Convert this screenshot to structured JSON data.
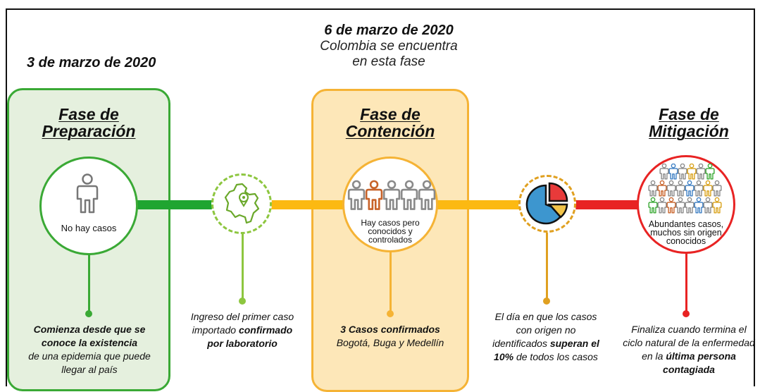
{
  "header": {
    "date_left": "3 de marzo de 2020",
    "date_center": "6 de marzo de 2020",
    "center_sub_1": "Colombia se encuentra",
    "center_sub_2": "en esta fase"
  },
  "phases": {
    "preparacion": {
      "title_1": "Fase de",
      "title_2": "Preparación",
      "circle_text": "No hay casos"
    },
    "contencion": {
      "title_1": "Fase de",
      "title_2": "Contención",
      "circle_text_1": "Hay casos pero",
      "circle_text_2": "conocidos y",
      "circle_text_3": "controlados"
    },
    "mitigacion": {
      "title_1": "Fase de",
      "title_2": "Mitigación",
      "circle_text_1": "Abundantes casos,",
      "circle_text_2": "muchos sin origen",
      "circle_text_3": "conocidos"
    }
  },
  "captions": {
    "c1": {
      "line1": "Comienza desde que se",
      "line2": "conoce la existencia",
      "line3": "de una epidemia que puede",
      "line4": "llegar al país"
    },
    "c2": {
      "line1": "Ingreso del primer caso",
      "line2a": "importado ",
      "line2b": "confirmado",
      "line3": "por laboratorio"
    },
    "c3": {
      "line1": "3 Casos confirmados",
      "line2": "Bogotá, Buga y Medellín"
    },
    "c4": {
      "line1": "El día en que los casos",
      "line2": "con origen no",
      "line3a": "identificados ",
      "line3b": "superan el",
      "line4a": "10%",
      "line4b": " de todos los casos"
    },
    "c5": {
      "line1": "Finaliza cuando termina el",
      "line2": "ciclo natural de la enfermedad",
      "line3a": "en la ",
      "line3b": "última persona",
      "line4": "contagiada"
    }
  },
  "colors": {
    "green": "#3aa935",
    "green_light": "#e5f0de",
    "lime": "#8dc63f",
    "orange": "#f5b335",
    "orange_light": "#fde7b8",
    "yellow": "#fcb912",
    "red": "#e82323",
    "gold": "#e0a020"
  },
  "icons": [
    "person-icon",
    "colombia-map-icon",
    "people-group-icon",
    "pie-chart-icon",
    "crowd-icon"
  ]
}
